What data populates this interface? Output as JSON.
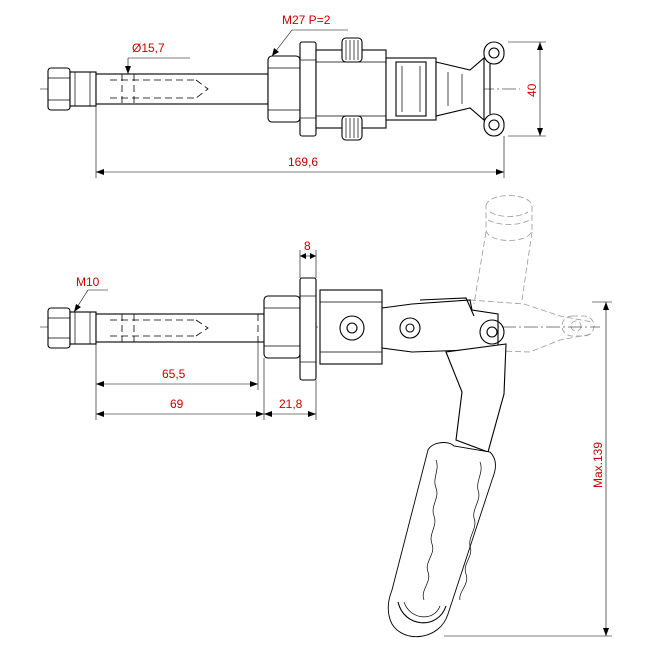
{
  "colors": {
    "line": "#000000",
    "dimension_text": "#cc0000",
    "ghost_line": "#9a9a9a",
    "background": "#ffffff"
  },
  "dimensions": {
    "diameter": "Ø15,7",
    "thread_main": "M27 P=2",
    "height": "40",
    "overall_length": "169,6",
    "flange_width": "8",
    "thread_tip": "M10",
    "stroke_length": "65,5",
    "rod_length": "69",
    "body_length": "21,8",
    "max_height": "Max.139"
  }
}
